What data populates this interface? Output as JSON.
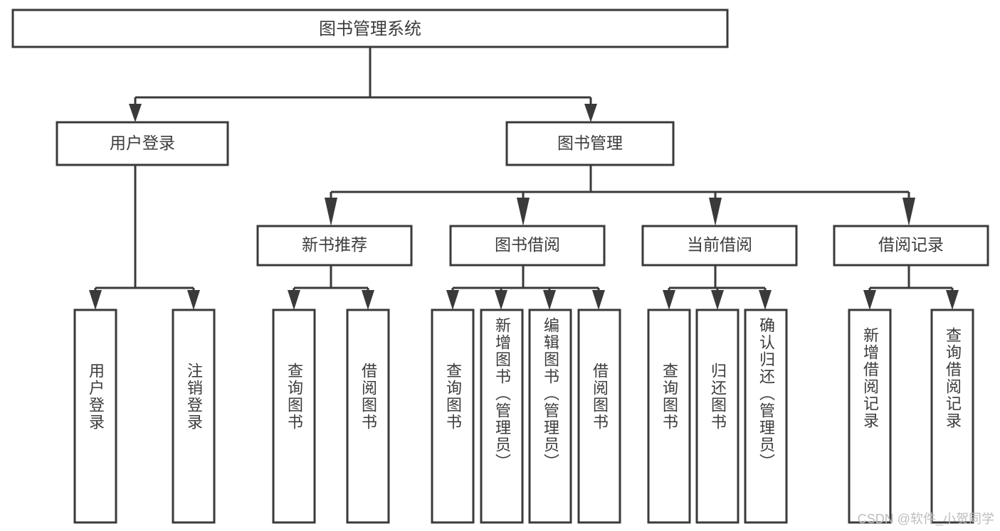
{
  "diagram": {
    "type": "tree-hierarchy-chart",
    "title_node": {
      "label": "图书管理系统"
    },
    "level1": [
      {
        "id": "user-login",
        "label": "用户登录"
      },
      {
        "id": "book-manage",
        "label": "图书管理"
      }
    ],
    "level2": [
      {
        "id": "new-book-rec",
        "label": "新书推荐",
        "parent": "book-manage"
      },
      {
        "id": "book-borrow",
        "label": "图书借阅",
        "parent": "book-manage"
      },
      {
        "id": "current-borrow",
        "label": "当前借阅",
        "parent": "book-manage"
      },
      {
        "id": "borrow-record",
        "label": "借阅记录",
        "parent": "book-manage"
      }
    ],
    "leaves": [
      {
        "id": "leaf-user-login",
        "label": "用户登录",
        "parent": "user-login"
      },
      {
        "id": "leaf-logout",
        "label": "注销登录",
        "parent": "user-login"
      },
      {
        "id": "leaf-query-book-1",
        "label": "查询图书",
        "parent": "new-book-rec"
      },
      {
        "id": "leaf-borrow-book-1",
        "label": "借阅图书",
        "parent": "new-book-rec"
      },
      {
        "id": "leaf-query-book-2",
        "label": "查询图书",
        "parent": "book-borrow"
      },
      {
        "id": "leaf-add-book",
        "label": "新增图书（管理员）",
        "parent": "book-borrow"
      },
      {
        "id": "leaf-edit-book",
        "label": "编辑图书（管理员）",
        "parent": "book-borrow"
      },
      {
        "id": "leaf-borrow-book-2",
        "label": "借阅图书",
        "parent": "book-borrow"
      },
      {
        "id": "leaf-query-book-3",
        "label": "查询图书",
        "parent": "current-borrow"
      },
      {
        "id": "leaf-return-book",
        "label": "归还图书",
        "parent": "current-borrow"
      },
      {
        "id": "leaf-confirm-return",
        "label": "确认归还（管理员）",
        "parent": "current-borrow"
      },
      {
        "id": "leaf-add-record",
        "label": "新增借阅记录",
        "parent": "borrow-record"
      },
      {
        "id": "leaf-query-record",
        "label": "查询借阅记录",
        "parent": "borrow-record"
      }
    ],
    "colors": {
      "box_stroke": "#3a3a3a",
      "box_fill": "#ffffff",
      "text": "#3c3c3c",
      "background": "#ffffff",
      "watermark": "#bdbdbd"
    }
  },
  "watermark": {
    "text": "CSDN @软件_小贺同学"
  }
}
